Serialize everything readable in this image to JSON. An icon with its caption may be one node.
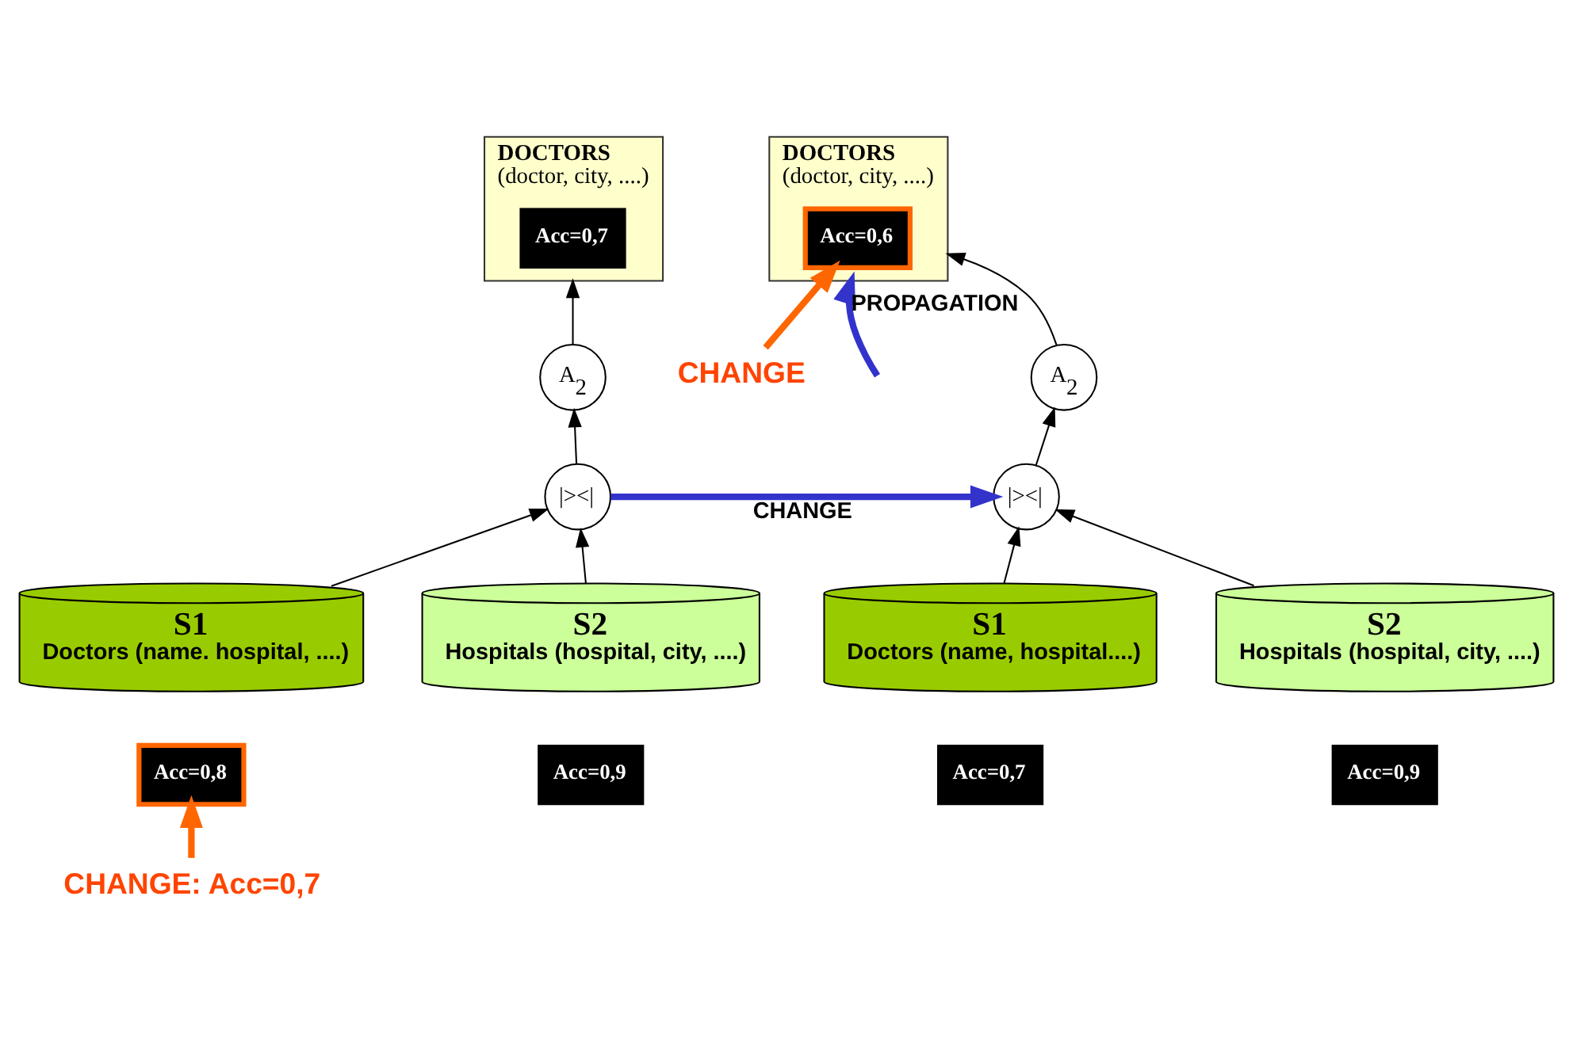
{
  "diagram": {
    "nodes": [
      {
        "text": [
          "DOCTORS",
          "(doctor, city, ....)"
        ]
      },
      {
        "text": [
          "Acc=0,7"
        ],
        "in": 0
      },
      {
        "text": [
          "A$_{2}$"
        ]
      },
      {
        "text": [
          "|><|"
        ]
      },
      {
        "text": [
          "S1",
          "Doctors (name. hospital, ....)"
        ]
      },
      {
        "text": [
          "Acc=0,8"
        ]
      },
      {
        "text": [
          "S2",
          "Hospitals (hospital, city, ....)"
        ]
      },
      {
        "text": [
          "Acc=0,9"
        ]
      },
      {
        "text": [
          "CHANGE: Acc=0,7"
        ]
      },
      {
        "text": [
          "DOCTORS",
          "(doctor, city, ....)"
        ]
      },
      {
        "text": [
          "Acc=0,6"
        ],
        "in": 9
      },
      {
        "text": [
          "A$_{2}$"
        ]
      },
      {
        "text": [
          "|><|"
        ]
      },
      {
        "text": [
          "S1",
          "Doctors (name, hospital....)"
        ]
      },
      {
        "text": [
          "Acc=0,7"
        ]
      },
      {
        "text": [
          "S2",
          "Hospitals (hospital, city, ....)"
        ]
      },
      {
        "text": [
          "Acc=0,9"
        ]
      },
      {
        "text": [
          "CHANGE"
        ]
      }
    ],
    "edges": [
      {
        "from": 4,
        "to": 3,
        "arrow": "to"
      },
      {
        "from": 6,
        "to": 3,
        "arrow": "to"
      },
      {
        "from": 3,
        "to": 2,
        "arrow": "to"
      },
      {
        "from": 2,
        "to": 0,
        "arrow": "to"
      },
      {
        "from": 8,
        "to": 5,
        "arrow": "to",
        "style": "thick",
        "color": "#ff6600"
      },
      {
        "from": 3,
        "to": 12,
        "arrow": "to",
        "label": "CHANGE",
        "style": "thick",
        "color": "#3333cc"
      },
      {
        "from": 13,
        "to": 12,
        "arrow": "to"
      },
      {
        "from": 15,
        "to": 12,
        "arrow": "to"
      },
      {
        "from": 12,
        "to": 11,
        "arrow": "to"
      },
      {
        "from": 11,
        "to": 9,
        "arrow": "to"
      },
      {
        "from": null,
        "to": 9,
        "arrow": "to",
        "label": "PROPAGATION",
        "style": "thick",
        "color": "#3333cc"
      },
      {
        "from": 17,
        "to": 10,
        "arrow": "to",
        "style": "thick",
        "color": "#ff6600"
      }
    ]
  }
}
